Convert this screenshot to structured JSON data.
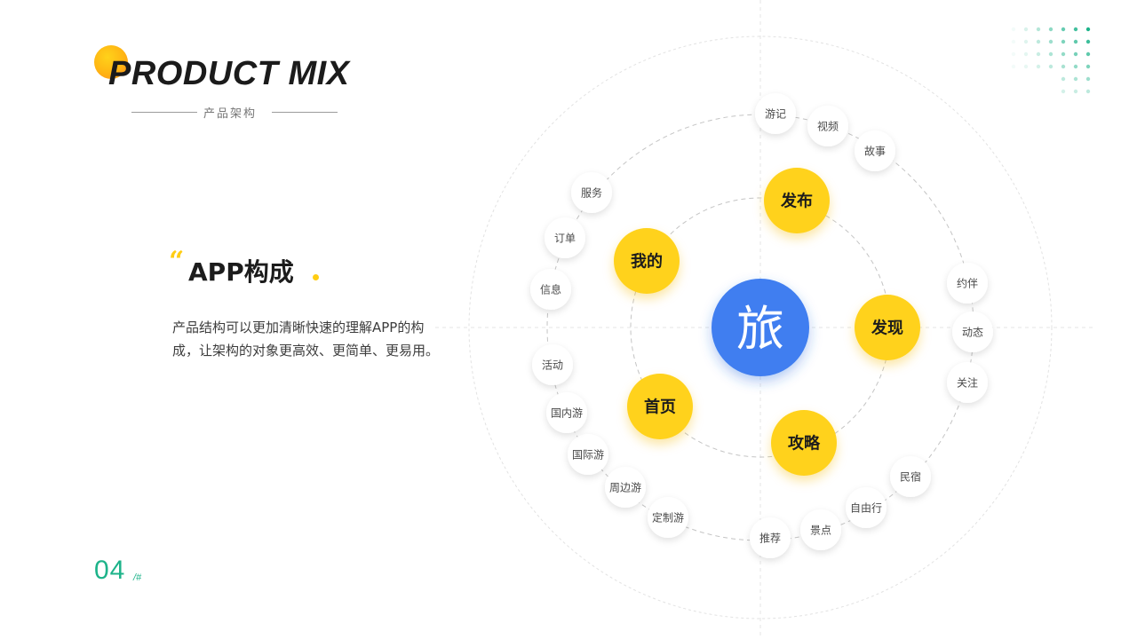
{
  "header": {
    "title_en": "PRODUCT MIX",
    "subtitle_cn": "产品架构"
  },
  "section": {
    "quote_mark": "“",
    "heading": "APP构成",
    "description": "产品结构可以更加清晰快速的理解APP的构成，让架构的对象更高效、更简单、更易用。"
  },
  "page": {
    "number": "04",
    "total": "/#"
  },
  "colors": {
    "primary_node": "#ffd21a",
    "center_node": "#3f7ef0",
    "page_number": "#1db38a",
    "dots_accent": "#1db38a"
  },
  "diagram": {
    "center": {
      "icon": "travel-logo-icon",
      "glyph": "旅"
    },
    "primary_nodes": [
      {
        "id": "publish",
        "label": "发布"
      },
      {
        "id": "discover",
        "label": "发现"
      },
      {
        "id": "guide",
        "label": "攻略"
      },
      {
        "id": "home",
        "label": "首页"
      },
      {
        "id": "mine",
        "label": "我的"
      }
    ],
    "secondary_nodes": [
      {
        "parent": "publish",
        "label": "游记"
      },
      {
        "parent": "publish",
        "label": "视频"
      },
      {
        "parent": "publish",
        "label": "故事"
      },
      {
        "parent": "discover",
        "label": "约伴"
      },
      {
        "parent": "discover",
        "label": "动态"
      },
      {
        "parent": "discover",
        "label": "关注"
      },
      {
        "parent": "guide",
        "label": "民宿"
      },
      {
        "parent": "guide",
        "label": "自由行"
      },
      {
        "parent": "guide",
        "label": "景点"
      },
      {
        "parent": "guide",
        "label": "推荐"
      },
      {
        "parent": "home",
        "label": "定制游"
      },
      {
        "parent": "home",
        "label": "周边游"
      },
      {
        "parent": "home",
        "label": "国际游"
      },
      {
        "parent": "home",
        "label": "国内游"
      },
      {
        "parent": "home",
        "label": "活动"
      },
      {
        "parent": "mine",
        "label": "信息"
      },
      {
        "parent": "mine",
        "label": "订单"
      },
      {
        "parent": "mine",
        "label": "服务"
      }
    ]
  }
}
